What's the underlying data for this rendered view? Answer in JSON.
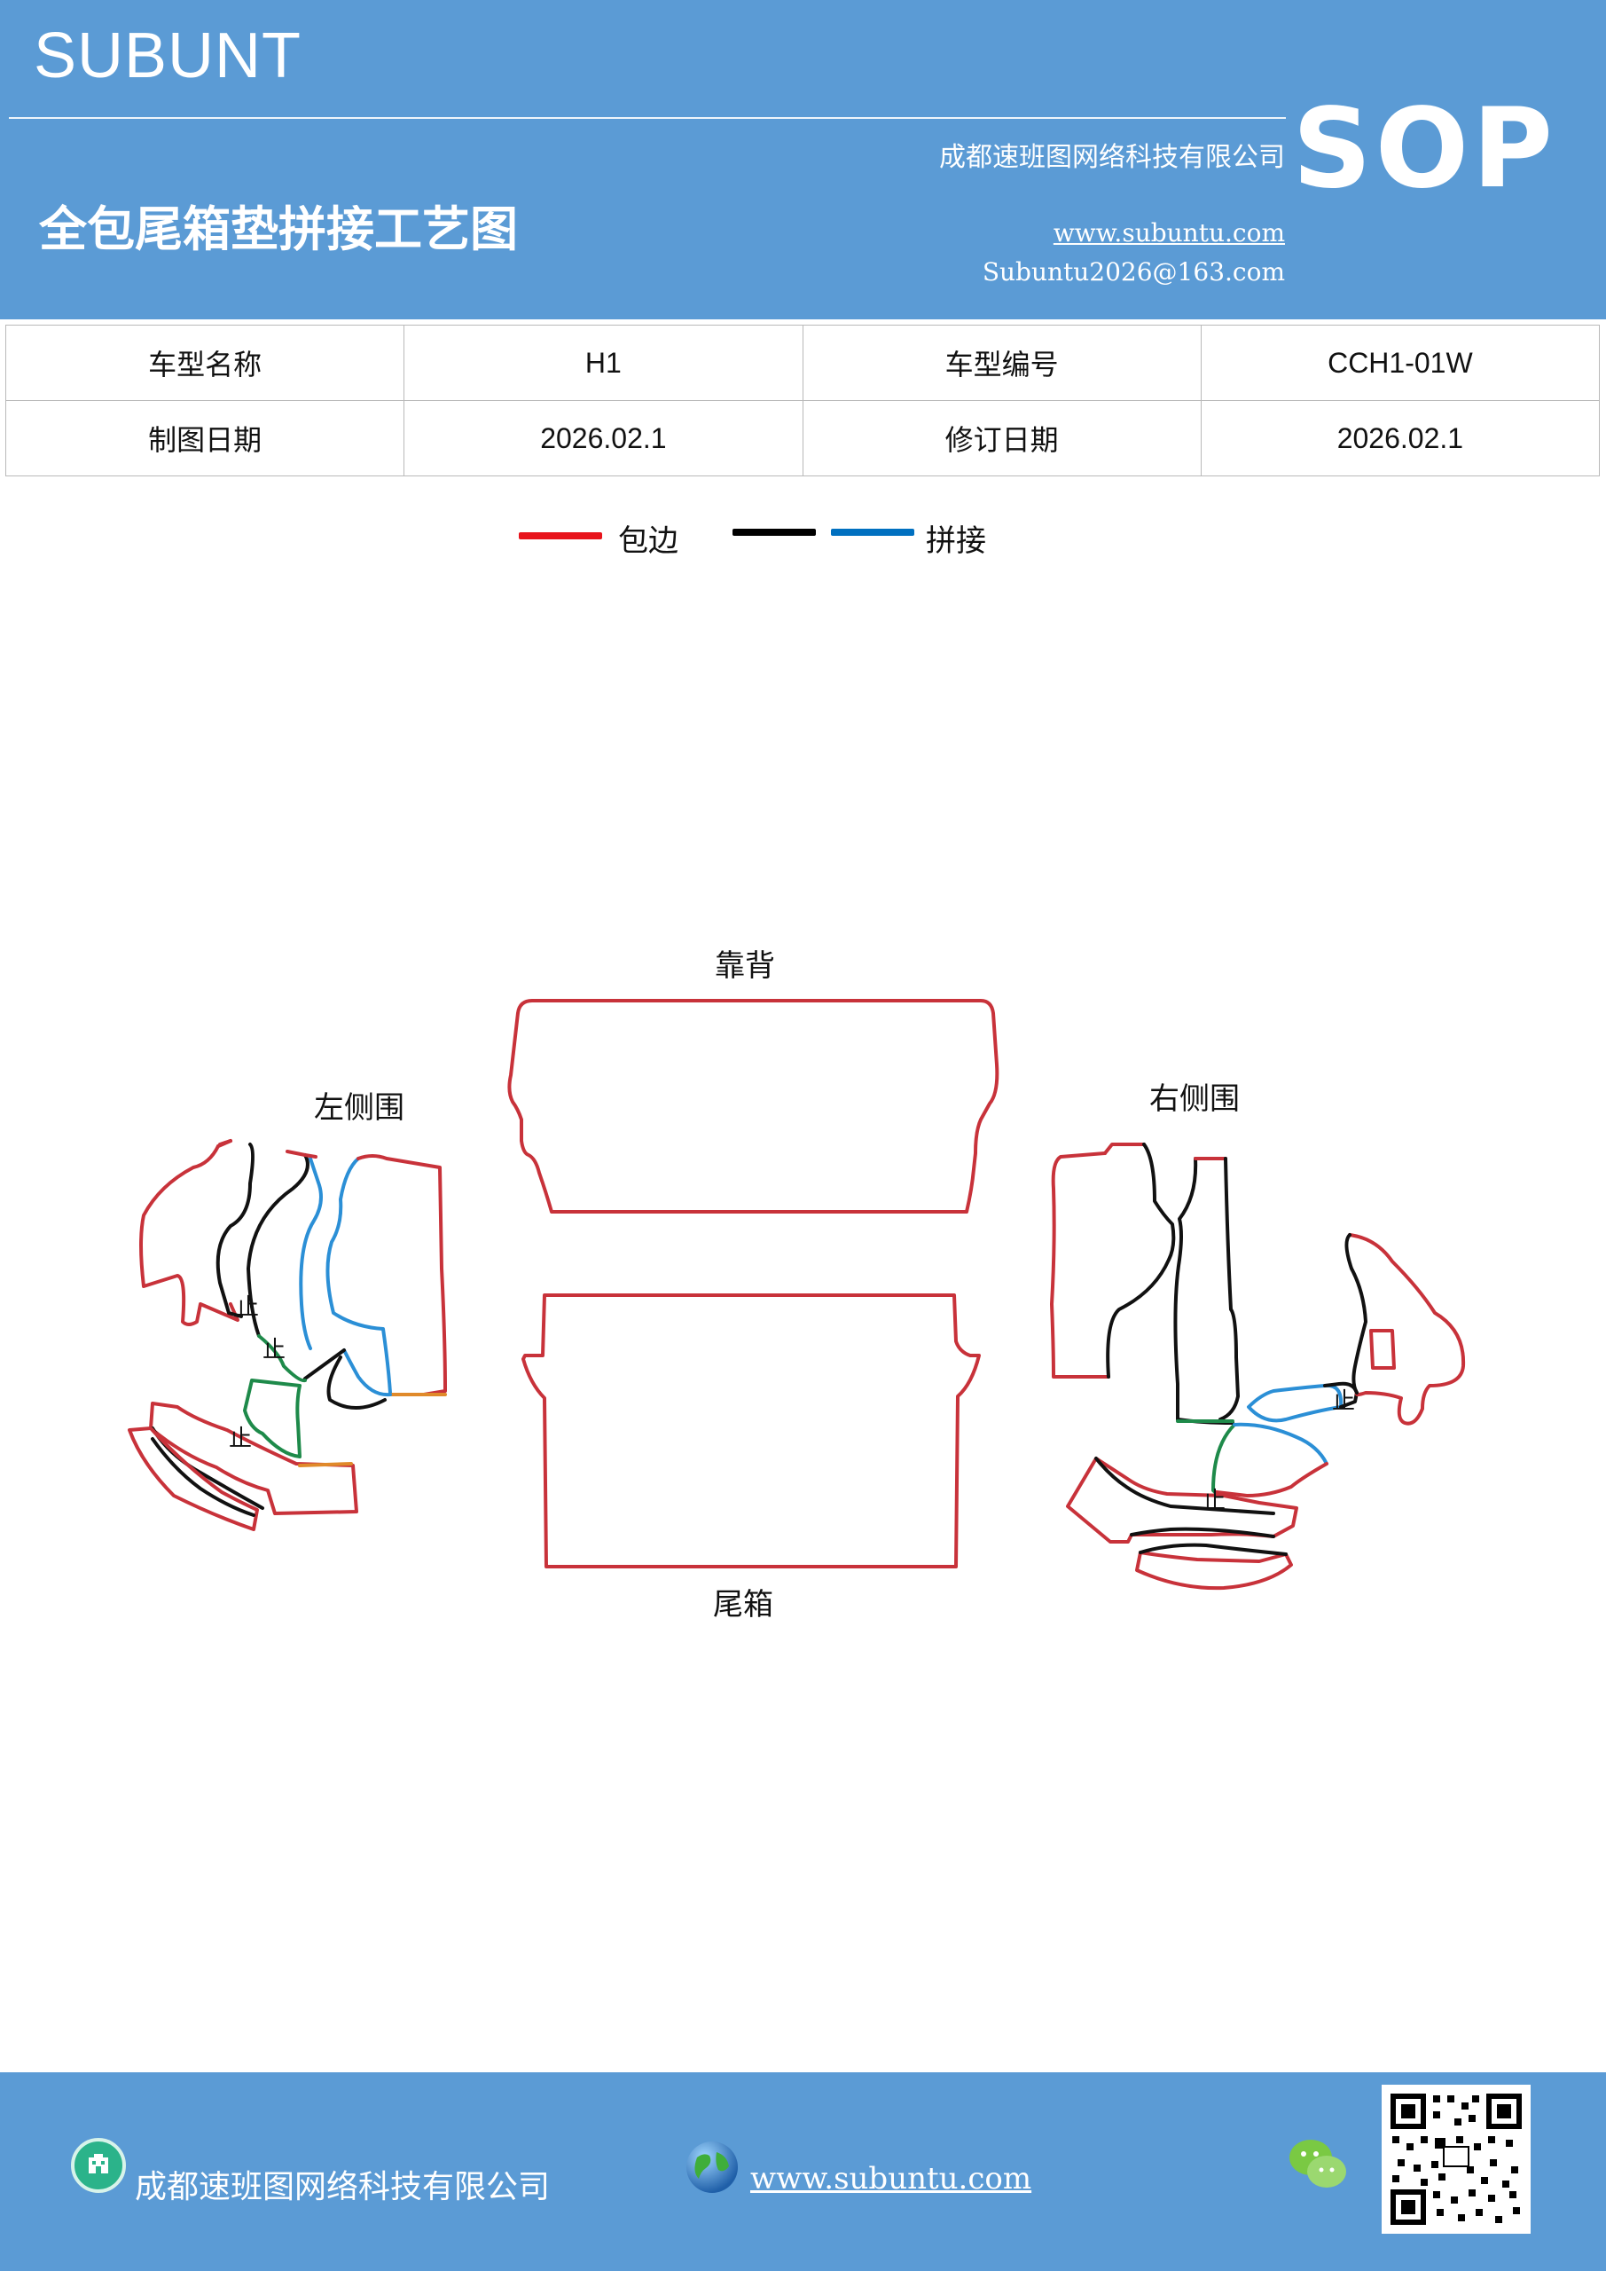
{
  "header": {
    "brand": "SUBUNT",
    "company": "成都速班图网络科技有限公司",
    "sop": "SOP",
    "title": "全包尾箱垫拼接工艺图",
    "url": "www.subuntu.com",
    "email": "Subuntu2026@163.com"
  },
  "info_table": {
    "rows": [
      [
        "车型名称",
        "H1",
        "车型编号",
        "CCH1-01W"
      ],
      [
        "制图日期",
        "2026.02.1",
        "修订日期",
        "2026.02.1"
      ]
    ]
  },
  "legend": {
    "items": [
      {
        "label": "包边",
        "colors": [
          "#e8141c"
        ]
      },
      {
        "label": "拼接",
        "colors": [
          "#000000",
          "#0070c0"
        ]
      }
    ]
  },
  "diagram": {
    "labels": {
      "back": "靠背",
      "trunk": "尾箱",
      "left": "左侧围",
      "right": "右侧围",
      "stop": "止"
    },
    "colors": {
      "edge": "#c8323a",
      "seam_black": "#111111",
      "seam_blue": "#2b8fd6",
      "seam_green": "#1e8a4a",
      "seam_orange": "#e08a2a"
    }
  },
  "footer": {
    "company": "成都速班图网络科技有限公司",
    "url": "www.subuntu.com"
  },
  "colors": {
    "header_bg": "#5b9bd5"
  }
}
